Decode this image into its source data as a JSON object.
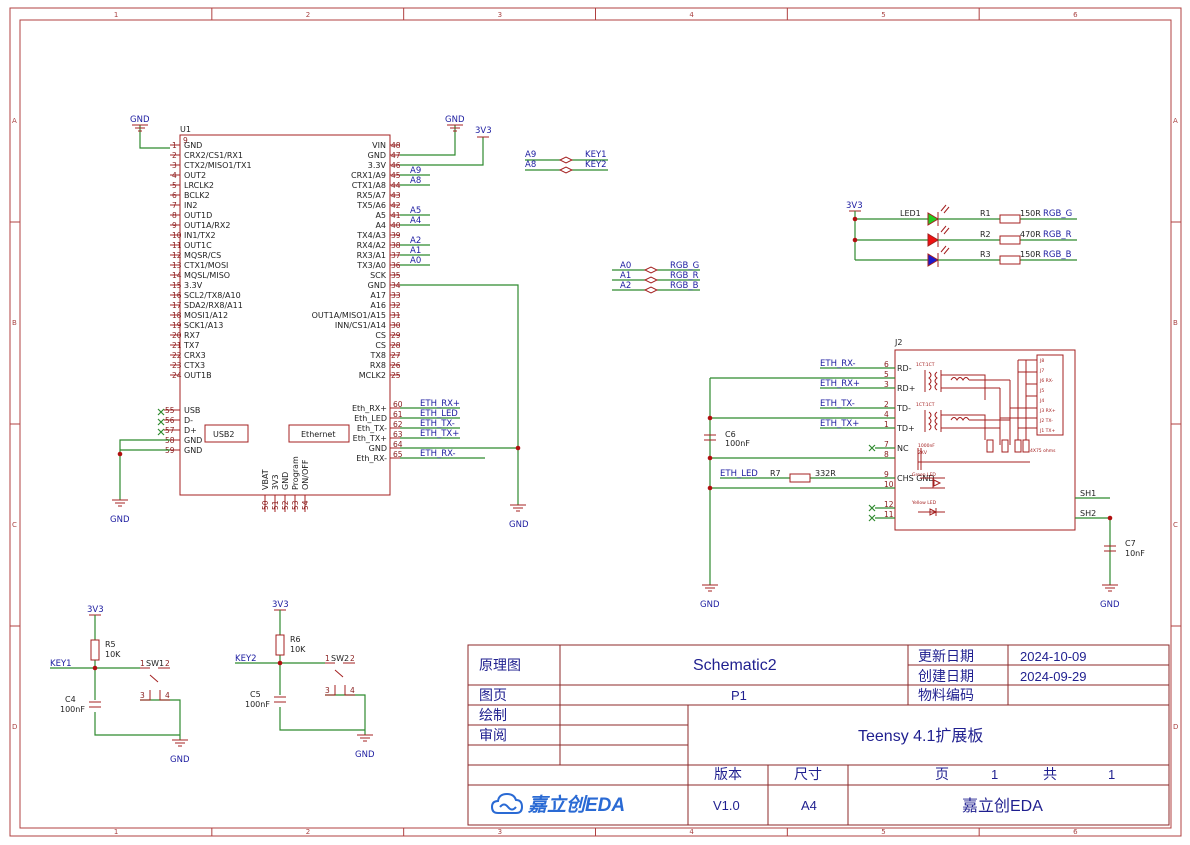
{
  "border": {
    "columns": [
      "1",
      "2",
      "3",
      "4",
      "5",
      "6"
    ],
    "rows": [
      "A",
      "B",
      "C",
      "D"
    ]
  },
  "title_block": {
    "type_label": "原理图",
    "schematic_name": "Schematic2",
    "update_label": "更新日期",
    "update_date": "2024-10-09",
    "create_label": "创建日期",
    "create_date": "2024-09-29",
    "page_label": "图页",
    "page_value": "P1",
    "material_label": "物料编码",
    "draw_label": "绘制",
    "review_label": "审阅",
    "board_title": "Teensy 4.1扩展板",
    "version_label": "版本",
    "version_value": "V1.0",
    "size_label": "尺寸",
    "size_value": "A4",
    "page_word": "页",
    "page_num": "1",
    "total_word": "共",
    "total_num": "1",
    "logo_text": "嘉立创EDA",
    "company": "嘉立创EDA"
  },
  "u1": {
    "ref": "U1",
    "left_pins": [
      {
        "n": "1",
        "name": "GND"
      },
      {
        "n": "2",
        "name": "CRX2/CS1/RX1"
      },
      {
        "n": "3",
        "name": "CTX2/MISO1/TX1"
      },
      {
        "n": "4",
        "name": "OUT2"
      },
      {
        "n": "5",
        "name": "LRCLK2"
      },
      {
        "n": "6",
        "name": "BCLK2"
      },
      {
        "n": "7",
        "name": "IN2"
      },
      {
        "n": "8",
        "name": "OUT1D"
      },
      {
        "n": "9",
        "name": "OUT1A/RX2"
      },
      {
        "n": "10",
        "name": "IN1/TX2"
      },
      {
        "n": "11",
        "name": "OUT1C"
      },
      {
        "n": "12",
        "name": "MQSR/CS"
      },
      {
        "n": "13",
        "name": "CTX1/MOSI"
      },
      {
        "n": "14",
        "name": "MQSL/MISO"
      },
      {
        "n": "15",
        "name": "3.3V"
      },
      {
        "n": "16",
        "name": "SCL2/TX8/A10"
      },
      {
        "n": "17",
        "name": "SDA2/RX8/A11"
      },
      {
        "n": "18",
        "name": "MOSI1/A12"
      },
      {
        "n": "19",
        "name": "SCK1/A13"
      },
      {
        "n": "20",
        "name": "RX7"
      },
      {
        "n": "21",
        "name": "TX7"
      },
      {
        "n": "22",
        "name": "CRX3"
      },
      {
        "n": "23",
        "name": "CTX3"
      },
      {
        "n": "24",
        "name": "OUT1B"
      }
    ],
    "right_pins": [
      {
        "n": "48",
        "name": "VIN"
      },
      {
        "n": "47",
        "name": "GND"
      },
      {
        "n": "46",
        "name": "3.3V"
      },
      {
        "n": "45",
        "name": "CRX1/A9"
      },
      {
        "n": "44",
        "name": "CTX1/A8"
      },
      {
        "n": "43",
        "name": "RX5/A7"
      },
      {
        "n": "42",
        "name": "TX5/A6"
      },
      {
        "n": "41",
        "name": "A5"
      },
      {
        "n": "40",
        "name": "A4"
      },
      {
        "n": "39",
        "name": "TX4/A3"
      },
      {
        "n": "38",
        "name": "RX4/A2"
      },
      {
        "n": "37",
        "name": "RX3/A1"
      },
      {
        "n": "36",
        "name": "TX3/A0"
      },
      {
        "n": "35",
        "name": "SCK"
      },
      {
        "n": "34",
        "name": "GND"
      },
      {
        "n": "33",
        "name": "A17"
      },
      {
        "n": "32",
        "name": "A16"
      },
      {
        "n": "31",
        "name": "OUT1A/MISO1/A15"
      },
      {
        "n": "30",
        "name": "INN/CS1/A14"
      },
      {
        "n": "29",
        "name": "CS"
      },
      {
        "n": "28",
        "name": "CS"
      },
      {
        "n": "27",
        "name": "TX8"
      },
      {
        "n": "26",
        "name": "RX8"
      },
      {
        "n": "25",
        "name": "MCLK2"
      }
    ],
    "usb_pins": [
      {
        "n": "55",
        "name": "USB"
      },
      {
        "n": "56",
        "name": "D-"
      },
      {
        "n": "57",
        "name": "D+"
      },
      {
        "n": "58",
        "name": "GND"
      },
      {
        "n": "59",
        "name": "GND"
      }
    ],
    "eth_pins": [
      {
        "n": "60",
        "name": "Eth_RX+"
      },
      {
        "n": "61",
        "name": "Eth_LED"
      },
      {
        "n": "62",
        "name": "Eth_TX-"
      },
      {
        "n": "63",
        "name": "Eth_TX+"
      },
      {
        "n": "64",
        "name": "GND"
      },
      {
        "n": "65",
        "name": "Eth_RX-"
      }
    ],
    "bottom_pins": [
      {
        "n": "50",
        "name": "VBAT"
      },
      {
        "n": "51",
        "name": "3V3"
      },
      {
        "n": "52",
        "name": "GND"
      },
      {
        "n": "53",
        "name": "Program"
      },
      {
        "n": "54",
        "name": "ON/OFF"
      }
    ],
    "usb_box": "USB2",
    "eth_box": "Ethernet",
    "pin_marker": "9"
  },
  "power": {
    "gnd": "GND",
    "v33": "3V3"
  },
  "u1_nets": {
    "a9": "A9",
    "a8": "A8",
    "a5": "A5",
    "a4": "A4",
    "a2": "A2",
    "a1": "A1",
    "a0": "A0",
    "eth_rxp": "ETH_RX+",
    "eth_led": "ETH_LED",
    "eth_txm": "ETH_TX-",
    "eth_txp": "ETH_TX+",
    "eth_rxm": "ETH_RX-"
  },
  "keys": {
    "a9": "A9",
    "a8": "A8",
    "key1": "KEY1",
    "key2": "KEY2"
  },
  "rgb_map": {
    "a0": "A0",
    "a1": "A1",
    "a2": "A2",
    "g": "RGB_G",
    "r": "RGB_R",
    "b": "RGB_B"
  },
  "led": {
    "ref": "LED1",
    "resistors": [
      {
        "ref": "R1",
        "value": "150R",
        "net": "RGB_G"
      },
      {
        "ref": "R2",
        "value": "470R",
        "net": "RGB_R"
      },
      {
        "ref": "R3",
        "value": "150R",
        "net": "RGB_B"
      }
    ],
    "colors": {
      "green": "#22cc22",
      "red": "#ee1111",
      "blue": "#1a1acc"
    }
  },
  "j2": {
    "ref": "J2",
    "pins": [
      {
        "n": "6",
        "name": "RD-"
      },
      {
        "n": "5",
        "name": ""
      },
      {
        "n": "3",
        "name": "RD+"
      },
      {
        "n": "2",
        "name": "TD-"
      },
      {
        "n": "4",
        "name": ""
      },
      {
        "n": "1",
        "name": "TD+"
      },
      {
        "n": "7",
        "name": "NC"
      },
      {
        "n": "8",
        "name": ""
      },
      {
        "n": "9",
        "name": "CHS GND"
      },
      {
        "n": "10",
        "name": ""
      },
      {
        "n": "12",
        "name": ""
      },
      {
        "n": "11",
        "name": ""
      }
    ],
    "nets": {
      "rxm": "ETH_RX-",
      "rxp": "ETH_RX+",
      "txm": "ETH_TX-",
      "txp": "ETH_TX+",
      "led": "ETH_LED"
    },
    "r7": {
      "ref": "R7",
      "value": "332R"
    },
    "c6": {
      "ref": "C6",
      "value": "100nF"
    },
    "c7": {
      "ref": "C7",
      "value": "10nF"
    },
    "sh1": "SH1",
    "sh2": "SH2",
    "small_text": [
      "1CT:1CT",
      "1CT:1CT",
      "1000nF",
      "2KV",
      "Green LED",
      "Yellow LED",
      "4X75 ohms"
    ],
    "jack_pins": [
      "J8",
      "J7",
      "J6 RX-",
      "J5",
      "J4",
      "J3 RX+",
      "J2 TX-",
      "J1 TX+"
    ]
  },
  "switch1": {
    "net": "KEY1",
    "r_ref": "R5",
    "r_val": "10K",
    "c_ref": "C4",
    "c_val": "100nF",
    "sw": "SW1",
    "p1": "1",
    "p2": "2",
    "p3": "3",
    "p4": "4"
  },
  "switch2": {
    "net": "KEY2",
    "r_ref": "R6",
    "r_val": "10K",
    "c_ref": "C5",
    "c_val": "100nF",
    "sw": "SW2",
    "p1": "1",
    "p2": "2",
    "p3": "3",
    "p4": "4"
  }
}
